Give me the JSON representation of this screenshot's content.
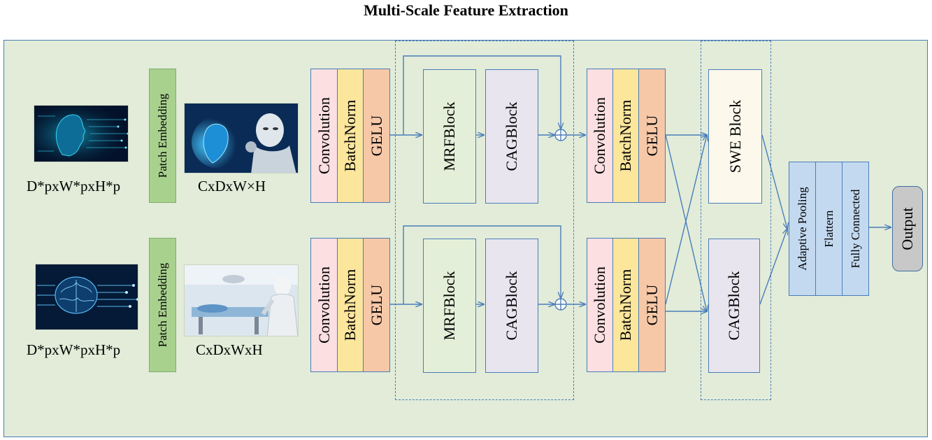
{
  "title": "Multi-Scale Feature Extraction",
  "inputs": {
    "top": {
      "dim_label": "D*pxW*pxH*p",
      "embed_label": "Patch Embedding",
      "out_label": "CxDxW×H",
      "img1_icon": "ai-face-image",
      "img2_icon": "robot-heart-image"
    },
    "bottom": {
      "dim_label": "D*pxW*pxH*p",
      "embed_label": "Patch Embedding",
      "out_label": "CxDxWxH",
      "img1_icon": "ai-brain-image",
      "img2_icon": "robot-surgery-image"
    }
  },
  "conv_block": {
    "conv": "Convolution",
    "bn": "BatchNorm",
    "act": "GELU"
  },
  "mid_block": {
    "mrf": "MRFBlock",
    "cag": "CAGBlock"
  },
  "branch_block": {
    "swe": "SWE Block",
    "cag": "CAGBlock"
  },
  "head": {
    "pool": "Adaptive Pooling",
    "flatten": "Flattern",
    "fc": "Fully Connected"
  },
  "output": "Output",
  "colors": {
    "panel_bg": "#e2ecd9",
    "line": "#4a7db8",
    "conv": "#fbdfe1",
    "batchnorm": "#fbe69c",
    "gelu": "#f6c8a8",
    "embed": "#a9d18e",
    "mrf": "#e4efd9",
    "cag": "#e8e5ee",
    "swe": "#fdf8ec",
    "head": "#c3d9f0",
    "output": "#c8c8c8"
  }
}
